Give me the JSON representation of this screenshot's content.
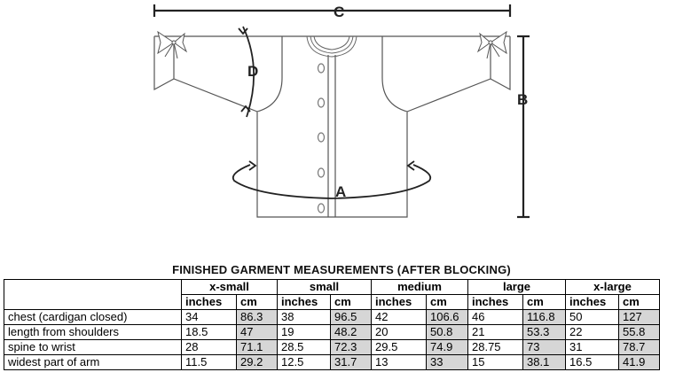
{
  "diagram": {
    "labels": {
      "chest": "A",
      "length": "B",
      "width": "C",
      "arm": "D"
    }
  },
  "table": {
    "title": "FINISHED GARMENT MEASUREMENTS (AFTER BLOCKING)",
    "sizes": [
      "x-small",
      "small",
      "medium",
      "large",
      "x-large"
    ],
    "units": [
      "inches",
      "cm"
    ],
    "rows": [
      {
        "label": "chest (cardigan closed)",
        "values": [
          "34",
          "86.3",
          "38",
          "96.5",
          "42",
          "106.6",
          "46",
          "116.8",
          "50",
          "127"
        ]
      },
      {
        "label": "length from shoulders",
        "values": [
          "18.5",
          "47",
          "19",
          "48.2",
          "20",
          "50.8",
          "21",
          "53.3",
          "22",
          "55.8"
        ]
      },
      {
        "label": "spine to wrist",
        "values": [
          "28",
          "71.1",
          "28.5",
          "72.3",
          "29.5",
          "74.9",
          "28.75",
          "73",
          "31",
          "78.7"
        ]
      },
      {
        "label": "widest part of arm",
        "values": [
          "11.5",
          "29.2",
          "12.5",
          "31.7",
          "13",
          "33",
          "15",
          "38.1",
          "16.5",
          "41.9"
        ]
      }
    ]
  }
}
